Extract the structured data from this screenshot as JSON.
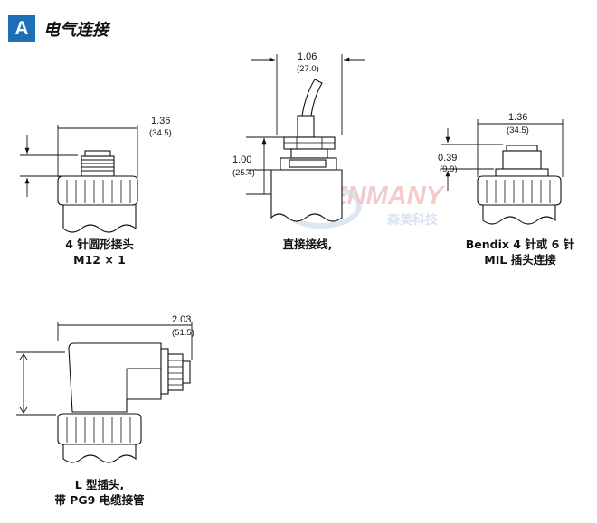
{
  "section": {
    "badge": "A",
    "title": "电气连接"
  },
  "connectors": [
    {
      "name": "m12",
      "caption_lines": [
        "4 针圆形接头",
        "M12 × 1"
      ],
      "width_in": "1.36",
      "width_mm": "(34.5)"
    },
    {
      "name": "direct",
      "caption_lines": [
        "直接接线,"
      ],
      "width_in": "1.06",
      "width_mm": "(27.0)",
      "height_in": "1.00",
      "height_mm": "(25.4)"
    },
    {
      "name": "bendix",
      "caption_lines": [
        "Bendix 4 针或 6 针",
        "MIL 插头连接"
      ],
      "width_in": "1.36",
      "width_mm": "(34.5)",
      "height_in": "0.39",
      "height_mm": "(9.9)"
    },
    {
      "name": "l-plug",
      "caption_lines": [
        "L 型插头,",
        "带 PG9 电缆接管"
      ],
      "width_in": "2.03",
      "width_mm": "(51.5)"
    }
  ],
  "watermark": {
    "brand": "SENMANY",
    "sub": "森美科技",
    "color": "#f2c6c6"
  },
  "colors": {
    "badge": "#1f6fb8",
    "line": "#111111"
  }
}
